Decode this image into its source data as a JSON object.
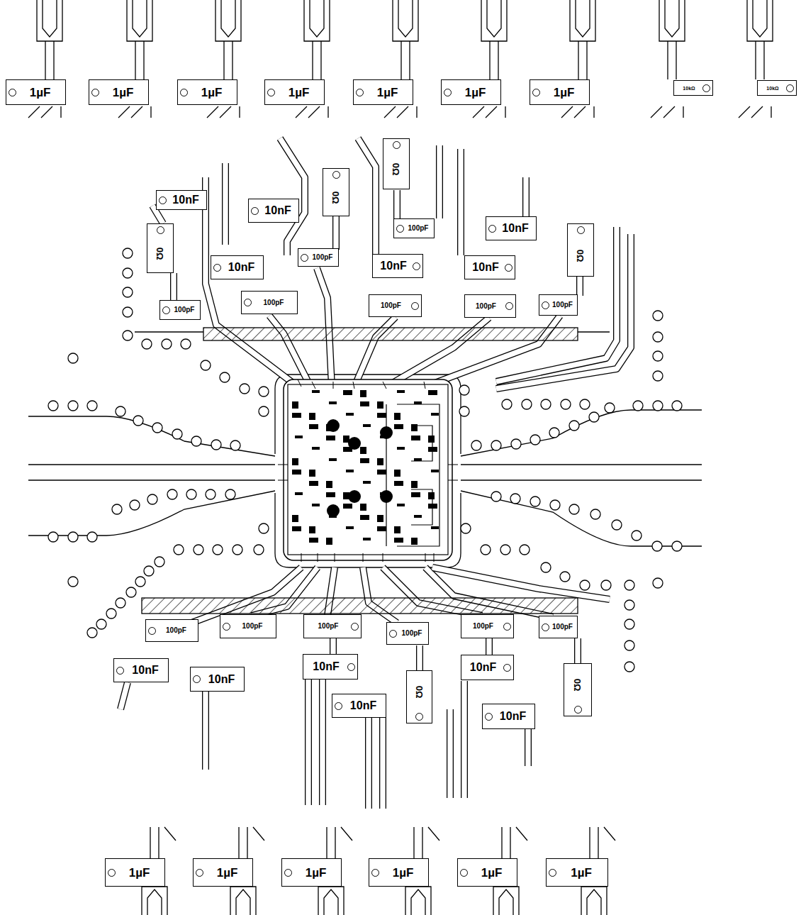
{
  "diagram": {
    "nodes": [
      {
        "text": [
          "1µF"
        ]
      },
      {
        "text": [
          "1µF"
        ]
      },
      {
        "text": [
          "1µF"
        ]
      },
      {
        "text": [
          "1µF"
        ]
      },
      {
        "text": [
          "1µF"
        ]
      },
      {
        "text": [
          "1µF"
        ]
      },
      {
        "text": [
          "1µF"
        ]
      },
      {
        "text": [
          "10kΩ"
        ]
      },
      {
        "text": [
          "10kΩ"
        ]
      },
      {
        "text": [
          "0Ω"
        ]
      },
      {
        "text": [
          "0Ω"
        ]
      },
      {
        "text": [
          "10nF"
        ]
      },
      {
        "text": [
          "10nF"
        ]
      },
      {
        "text": [
          "10nF"
        ]
      },
      {
        "text": [
          "100pF"
        ]
      },
      {
        "text": [
          "0Ω"
        ]
      },
      {
        "text": [
          "0Ω"
        ]
      },
      {
        "text": [
          "100pF"
        ]
      },
      {
        "text": [
          "10nF"
        ]
      },
      {
        "text": [
          "10nF"
        ]
      },
      {
        "text": [
          "10nF"
        ]
      },
      {
        "text": [
          "100pF"
        ]
      },
      {
        "text": [
          "100pF"
        ]
      },
      {
        "text": [
          "100pF"
        ]
      },
      {
        "text": [
          "100pF"
        ]
      },
      {
        "text": [
          "100pF"
        ]
      },
      {
        "text": [
          "100pF"
        ]
      },
      {
        "text": [
          "100pF"
        ]
      },
      {
        "text": [
          "100pF"
        ]
      },
      {
        "text": [
          "100pF"
        ]
      },
      {
        "text": [
          "100pF"
        ]
      },
      {
        "text": [
          "100pF"
        ]
      },
      {
        "text": [
          "10nF"
        ]
      },
      {
        "text": [
          "10nF"
        ]
      },
      {
        "text": [
          "10nF"
        ]
      },
      {
        "text": [
          "0Ω"
        ]
      },
      {
        "text": [
          "10nF"
        ]
      },
      {
        "text": [
          "0Ω"
        ]
      },
      {
        "text": [
          "10nF"
        ]
      },
      {
        "text": [
          "10nF"
        ]
      },
      {
        "text": [
          "1µF"
        ]
      },
      {
        "text": [
          "1µF"
        ]
      },
      {
        "text": [
          "1µF"
        ]
      },
      {
        "text": [
          "1µF"
        ]
      },
      {
        "text": [
          "1µF"
        ]
      },
      {
        "text": [
          "1µF"
        ]
      }
    ]
  }
}
